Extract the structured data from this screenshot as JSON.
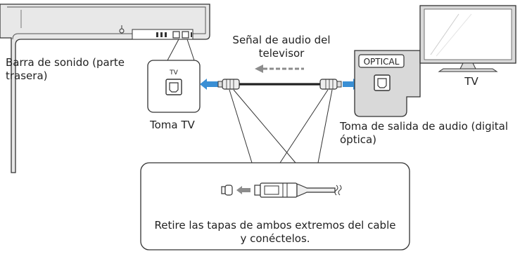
{
  "labels": {
    "soundbar": "Barra de sonido (parte trasera)",
    "tv_jack": "Toma TV",
    "signal": "Señal de audio del televisor",
    "output_jack": "Toma de salida de audio (digital óptica)",
    "tv": "TV",
    "instructions": "Retire las tapas de ambos extremos del cable y conéctelos."
  },
  "port_labels": {
    "soundbar_port": "TV",
    "tv_port": "OPTICAL"
  },
  "colors": {
    "outline": "#333333",
    "arrow_blue": "#3a8fd4",
    "panel_gray": "#d9d9d9",
    "arrow_gray": "#8c8c8c"
  }
}
